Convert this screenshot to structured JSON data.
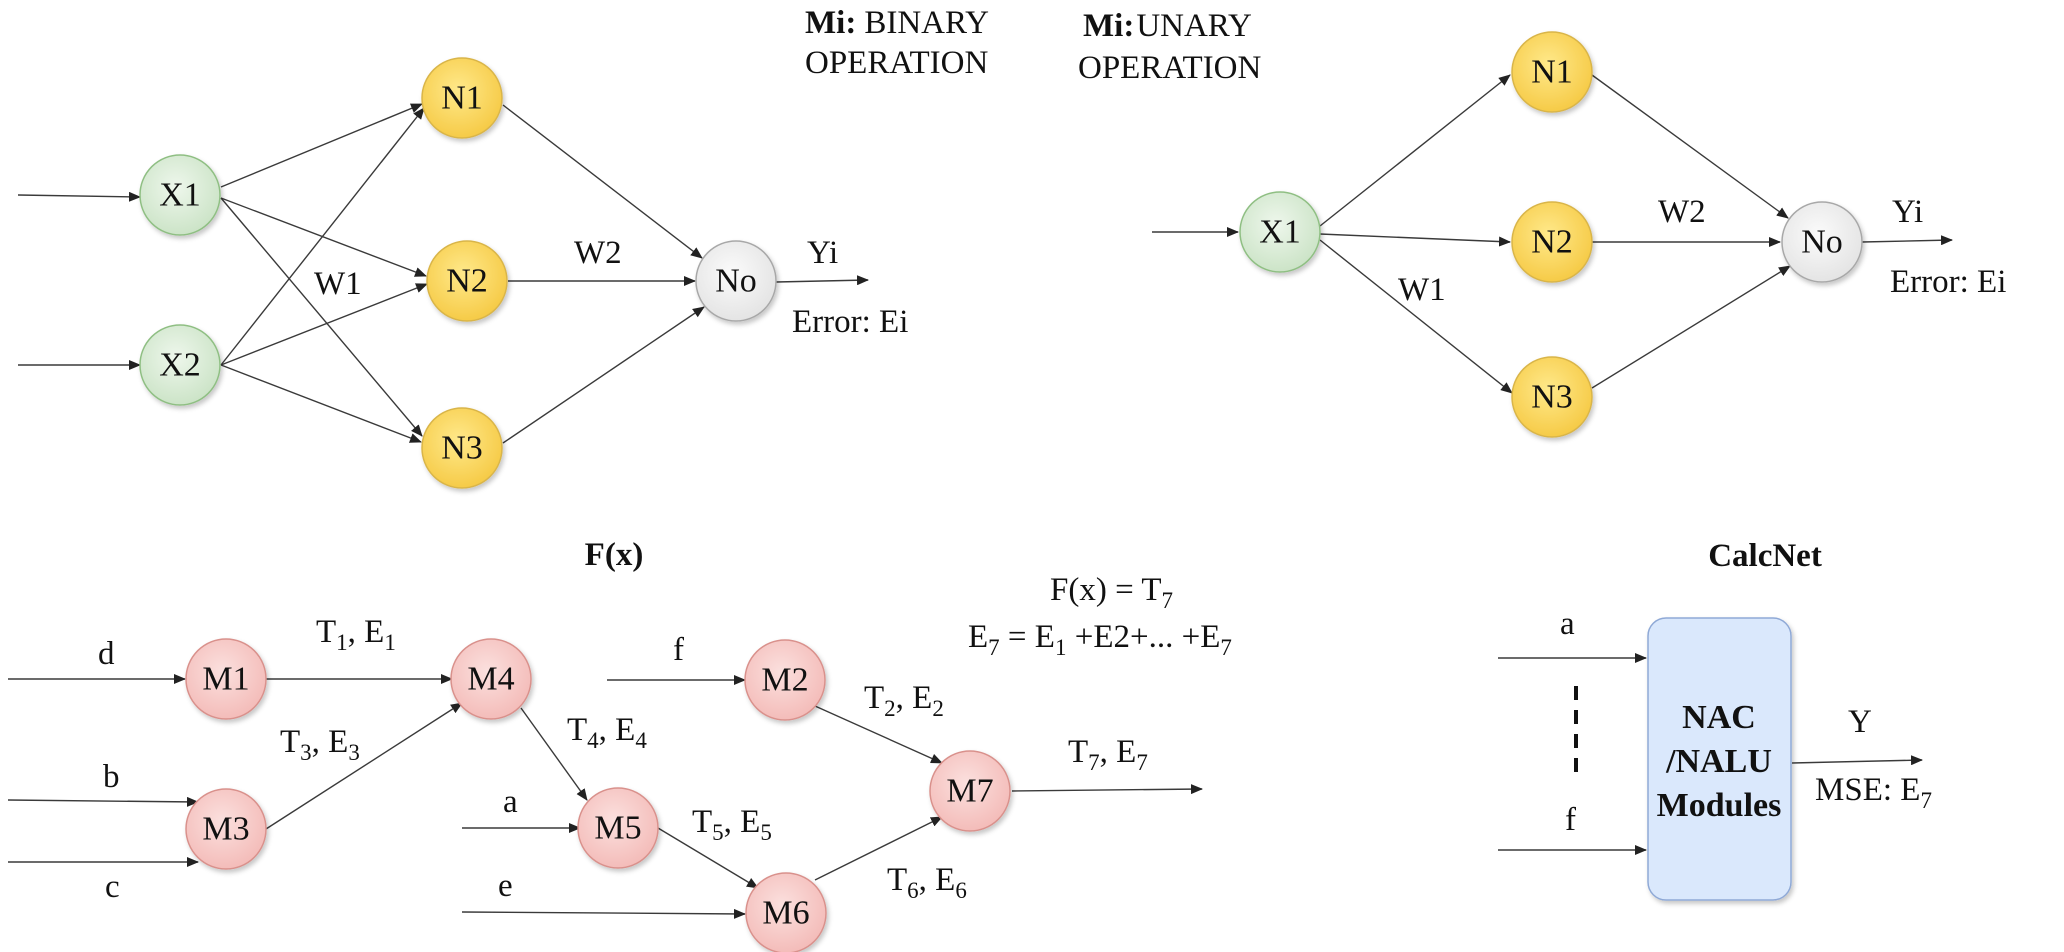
{
  "legend": {
    "binary_key": "Mi:",
    "binary_text_1": "BINARY",
    "binary_text_2": "OPERATION",
    "unary_key": "Mi:",
    "unary_text_1": "UNARY",
    "unary_text_2": "OPERATION"
  },
  "binary_net": {
    "nodes": {
      "x1": "X1",
      "x2": "X2",
      "n1": "N1",
      "n2": "N2",
      "n3": "N3",
      "no": "No"
    },
    "w1": "W1",
    "w2": "W2",
    "output": "Yi",
    "error": "Error: Ei"
  },
  "unary_net": {
    "nodes": {
      "x1": "X1",
      "n1": "N1",
      "n2": "N2",
      "n3": "N3",
      "no": "No"
    },
    "w1": "W1",
    "w2": "W2",
    "output": "Yi",
    "error": "Error: Ei"
  },
  "fx": {
    "title": "F(x)",
    "formula_line1": {
      "base": "F(x) = T",
      "sub": "7"
    },
    "formula_line2": {
      "p1": "E",
      "s1": "7",
      "p2": " = E",
      "s2": "1",
      "p3": " +E2+... +E",
      "s3": "7"
    },
    "nodes": {
      "m1": "M1",
      "m2": "M2",
      "m3": "M3",
      "m4": "M4",
      "m5": "M5",
      "m6": "M6",
      "m7": "M7"
    },
    "inputs": {
      "d": "d",
      "b": "b",
      "c": "c",
      "f": "f",
      "a": "a",
      "e": "e"
    },
    "edge_labels": {
      "m1_m4": {
        "t": "T",
        "ts": "1",
        "e": ", E",
        "es": "1"
      },
      "m3_m4": {
        "t": "T",
        "ts": "3",
        "e": ", E",
        "es": "3"
      },
      "m4_m5": {
        "t": "T",
        "ts": "4",
        "e": ", E",
        "es": "4"
      },
      "m2_m7": {
        "t": "T",
        "ts": "2",
        "e": ", E",
        "es": "2"
      },
      "m5_m6": {
        "t": "T",
        "ts": "5",
        "e": ", E",
        "es": "5"
      },
      "m6_m7": {
        "t": "T",
        "ts": "6",
        "e": ", E",
        "es": "6"
      },
      "m7_out": {
        "t": "T",
        "ts": "7",
        "e": ", E",
        "es": "7"
      }
    }
  },
  "calcnet": {
    "title": "CalcNet",
    "input_top": "a",
    "input_bottom": "f",
    "box_line1": "NAC",
    "box_line2": "/NALU",
    "box_line3": "Modules",
    "output": "Y",
    "mse": {
      "base": "MSE: E",
      "sub": "7"
    }
  },
  "colors": {
    "input_node_fill": "#d5e8d4",
    "input_node_stroke": "#82b366",
    "hidden_node_fill": "#ffd966",
    "hidden_node_stroke": "#d6b656",
    "output_node_fill": "#f0f0f0",
    "output_node_stroke": "#9e9e9e",
    "module_node_fill": "#f8cecc",
    "module_node_stroke": "#b85450",
    "box_fill": "#dae8fc",
    "box_stroke": "#6c8ebf"
  }
}
